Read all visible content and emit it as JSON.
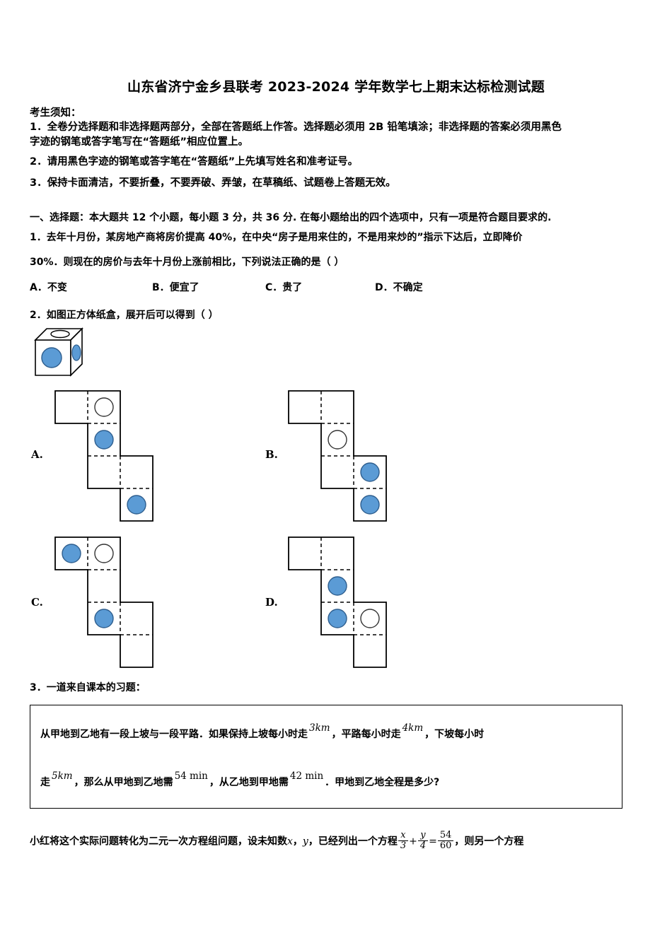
{
  "document": {
    "title": "山东省济宁金乡县联考 2023-2024 学年数学七上期末达标检测试题",
    "notice_label": "考生须知：",
    "notices": [
      "1．全卷分选择题和非选择题两部分，全部在答题纸上作答。选择题必须用 2B 铅笔填涂；非选择题的答案必须用黑色字迹的钢笔或答字笔写在“答题纸”相应位置上。",
      "2．请用黑色字迹的钢笔或答字笔在“答题纸”上先填写姓名和准考证号。",
      "3．保持卡面清洁，不要折叠，不要弄破、弄皱，在草稿纸、试题卷上答题无效。"
    ],
    "notice_lines": {
      "line1a": "1．全卷分选择题和非选择题两部分，全部在答题纸上作答。选择题必须用 2B 铅笔填涂；非选择题的答案必须用黑色",
      "line1b": "字迹的钢笔或答字笔写在“答题纸”相应位置上。",
      "line2": "2．请用黑色字迹的钢笔或答字笔在“答题纸”上先填写姓名和准考证号。",
      "line3": "3．保持卡面清洁，不要折叠，不要弄破、弄皱，在草稿纸、试题卷上答题无效。"
    }
  },
  "section": {
    "heading": "一、选择题：本大题共 12 个小题，每小题 3 分，共 36 分. 在每小题给出的四个选项中，只有一项是符合题目要求的."
  },
  "questions": [
    {
      "number": "1",
      "line1": "1．去年十月份，某房地产商将房价提高 40%，在中央“房子是用来住的，不是用来炒的”指示下达后，立即降价",
      "line2": "30%．则现在的房价与去年十月份上涨前相比，下列说法正确的是（    ）",
      "options": [
        {
          "key": "A",
          "label": "A．不变"
        },
        {
          "key": "B",
          "label": "B．便宜了"
        },
        {
          "key": "C",
          "label": "C．贵了"
        },
        {
          "key": "D",
          "label": "D．不确定"
        }
      ]
    },
    {
      "number": "2",
      "stem": "2．如图正方体纸盒，展开后可以得到（        ）",
      "figure": {
        "name": "cube-with-circles",
        "front_face": "filled-blue-circle",
        "right_face": "filled-blue-ellipse",
        "top_face": "hollow-ellipse"
      },
      "choice_labels": [
        "A.",
        "B.",
        "C.",
        "D."
      ]
    },
    {
      "number": "3",
      "stem": "3．一道来自课本的习题：",
      "boxed": {
        "line1_parts": [
          "从甲地到乙地有一段上坡与一段平路．如果保持上坡每小时走",
          "3km",
          "，平路每小时走",
          "4km",
          "，下坡每小时"
        ],
        "line2_parts": [
          "走",
          "5km",
          "，那么从甲地到乙地需",
          "54 min",
          "，从乙地到甲地需",
          "42 min",
          "．甲地到乙地全程是多少?"
        ],
        "values": {
          "uphill_speed": "3km",
          "flat_speed": "4km",
          "downhill_speed": "5km",
          "time_a_to_b": "54 min",
          "time_b_to_a": "42 min"
        }
      },
      "tail": {
        "part1": "小红将这个实际问题转化为二元一次方程组问题，设未知数",
        "var1": "x",
        "comma": "，",
        "var2": "y",
        "part2": "，已经列出一个方程",
        "equation": {
          "t1_num": "x",
          "t1_den": "3",
          "plus": "+",
          "t2_num": "y",
          "t2_den": "4",
          "equals": "=",
          "t3_num": "54",
          "t3_den": "60"
        },
        "part3": "，则另一个方程"
      }
    }
  ],
  "nets": {
    "colors": {
      "blue_fill": "#5B9BD5",
      "blue_stroke": "#2E5E8E",
      "hollow_fill": "#FFFFFF",
      "line": "#000000"
    },
    "choices": [
      {
        "key": "A",
        "label": "A.",
        "markers": [
          {
            "col": 2,
            "row": 1,
            "type": "hollow"
          },
          {
            "col": 2,
            "row": 2,
            "type": "filled"
          },
          {
            "col": 3,
            "row": 4,
            "type": "filled"
          }
        ]
      },
      {
        "key": "B",
        "label": "B.",
        "markers": [
          {
            "col": 2,
            "row": 2,
            "type": "hollow"
          },
          {
            "col": 3,
            "row": 3,
            "type": "filled"
          },
          {
            "col": 3,
            "row": 4,
            "type": "filled"
          }
        ]
      },
      {
        "key": "C",
        "label": "C.",
        "markers": [
          {
            "col": 1,
            "row": 1,
            "type": "filled"
          },
          {
            "col": 2,
            "row": 1,
            "type": "hollow"
          },
          {
            "col": 2,
            "row": 3,
            "type": "filled"
          }
        ]
      },
      {
        "key": "D",
        "label": "D.",
        "markers": [
          {
            "col": 2,
            "row": 2,
            "type": "filled"
          },
          {
            "col": 2,
            "row": 3,
            "type": "filled"
          },
          {
            "col": 3,
            "row": 3,
            "type": "hollow"
          }
        ]
      }
    ]
  }
}
